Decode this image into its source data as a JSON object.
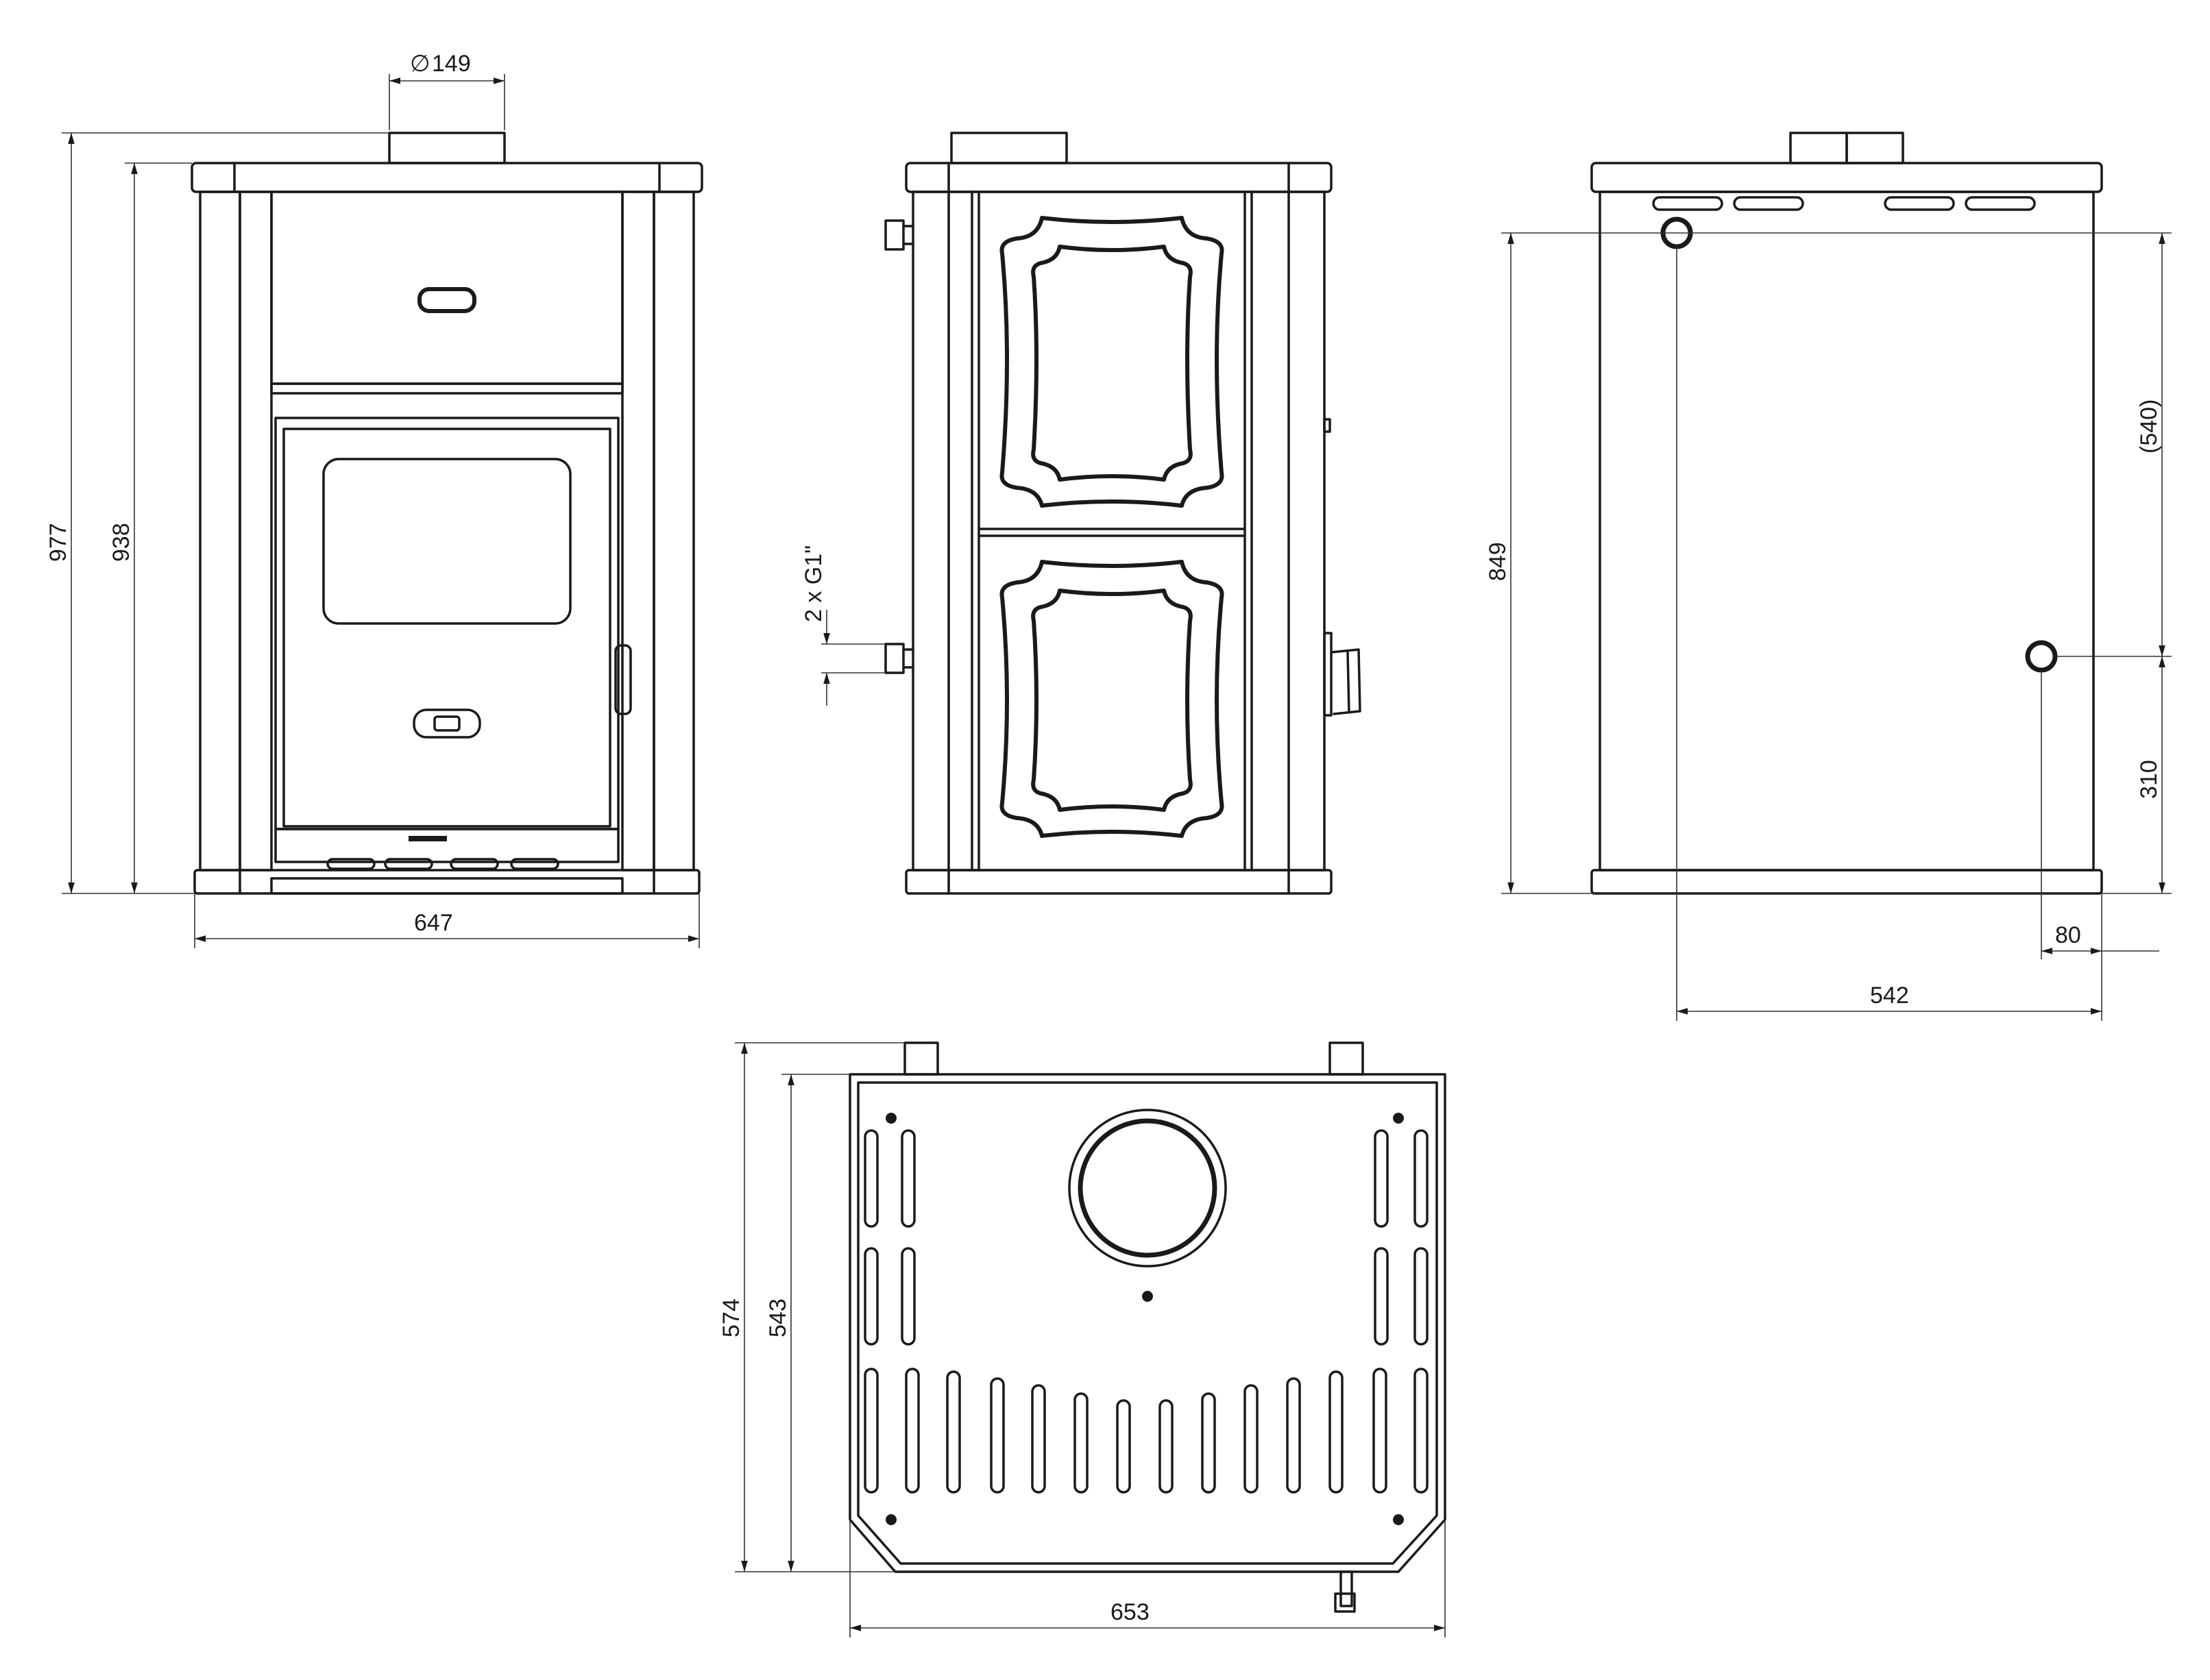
{
  "drawing": {
    "line_color": "#1a1a1a",
    "background": "#ffffff"
  },
  "front_view": {
    "flue_diameter": "149",
    "height_total": "977",
    "height_body": "938",
    "width": "647",
    "flue_diameter_symbol": "∅"
  },
  "side_view": {
    "connections_label": "2 x G1\""
  },
  "back_view": {
    "height_connection": "849",
    "vertical_spacing": "(540)",
    "lower_height": "310",
    "edge_offset": "80",
    "horizontal_spacing": "542"
  },
  "top_view": {
    "depth_total": "574",
    "depth_body": "543",
    "width": "653"
  }
}
